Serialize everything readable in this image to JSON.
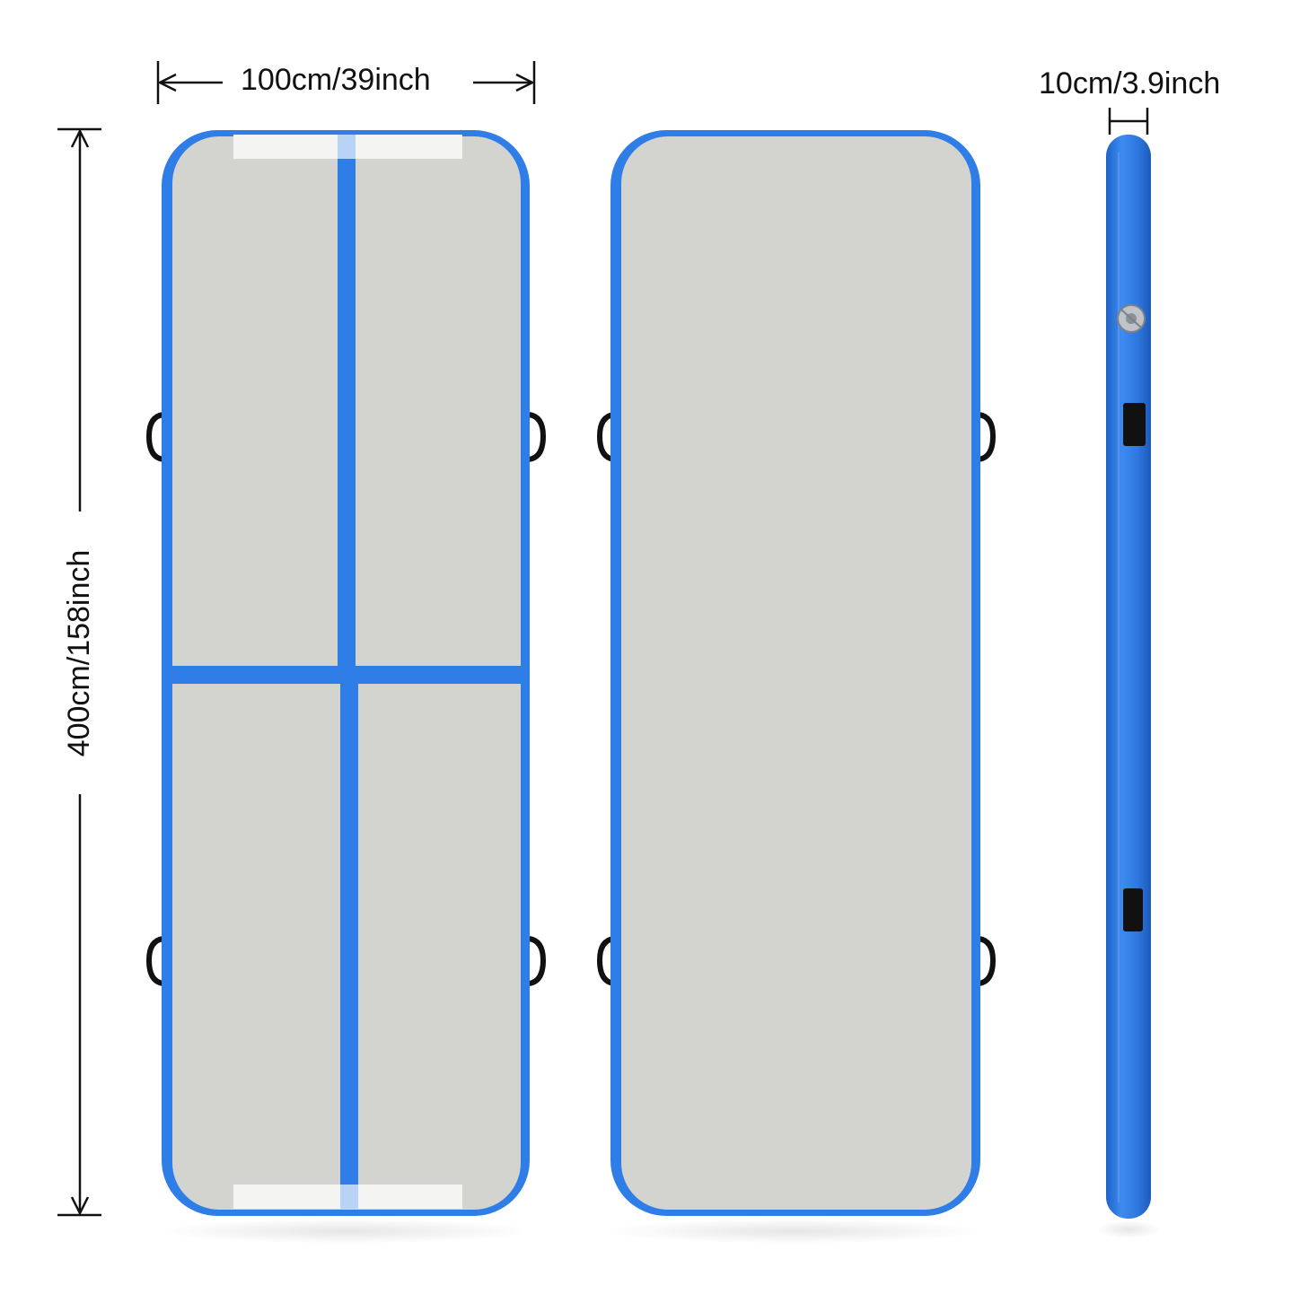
{
  "dimensions": {
    "width": "100cm/39inch",
    "length": "400cm/158inch",
    "thickness": "10cm/3.9inch"
  },
  "colors": {
    "mat_surface": "#d3d3d0",
    "border_blue": "#2f7de6",
    "stripe_white": "#f4f4f2",
    "handle_black": "#111111"
  },
  "views": [
    "top-view",
    "bottom-view",
    "side-view"
  ]
}
